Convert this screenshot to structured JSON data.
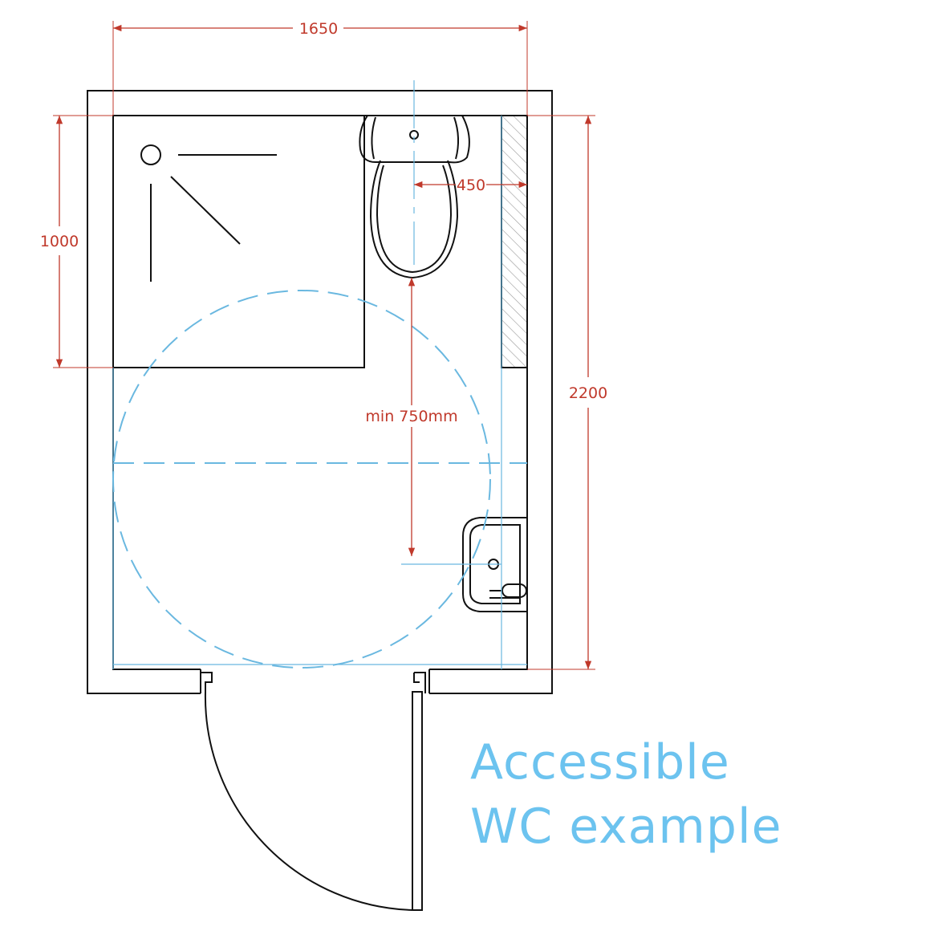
{
  "diagram": {
    "title_line1": "Accessible",
    "title_line2": "WC example",
    "dimensions": {
      "width": "1650",
      "depth": "2200",
      "shower_depth": "1000",
      "wc_offset": "450",
      "clear_space": "min 750mm"
    },
    "colors": {
      "dimension": "#c0392b",
      "turning_circle": "#6ab8e0",
      "title": "#6cc3ef",
      "walls": "#111111"
    }
  }
}
